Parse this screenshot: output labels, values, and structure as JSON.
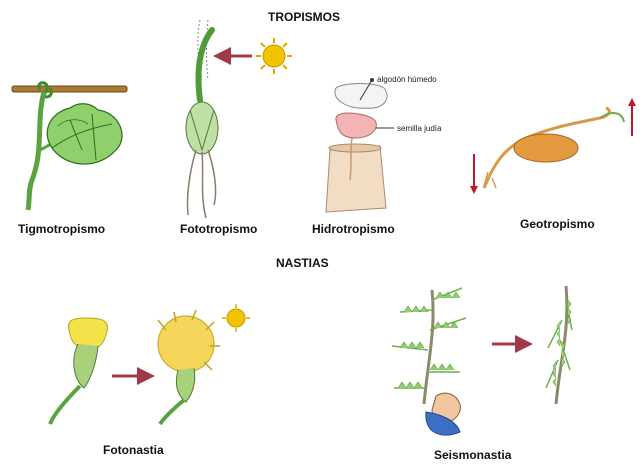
{
  "headings": {
    "tropisms": "TROPISMOS",
    "nasties": "NASTIAS"
  },
  "tropisms": [
    {
      "label": "Tigmotropismo"
    },
    {
      "label": "Fototropismo"
    },
    {
      "label": "Hidrotropismo",
      "annotations": [
        "algodón húmedo",
        "semilla judía"
      ]
    },
    {
      "label": "Geotropismo"
    }
  ],
  "nasties": [
    {
      "label": "Fotonastia"
    },
    {
      "label": "Seismonastia"
    }
  ],
  "colors": {
    "stem_green": "#6fb04a",
    "leaf_green": "#4f9a3a",
    "arrow": "#a03a4a",
    "sun": "#f2c400",
    "seed": "#e8a24a",
    "flower_yellow": "#f3e24a",
    "red_arrow": "#c0182a"
  }
}
